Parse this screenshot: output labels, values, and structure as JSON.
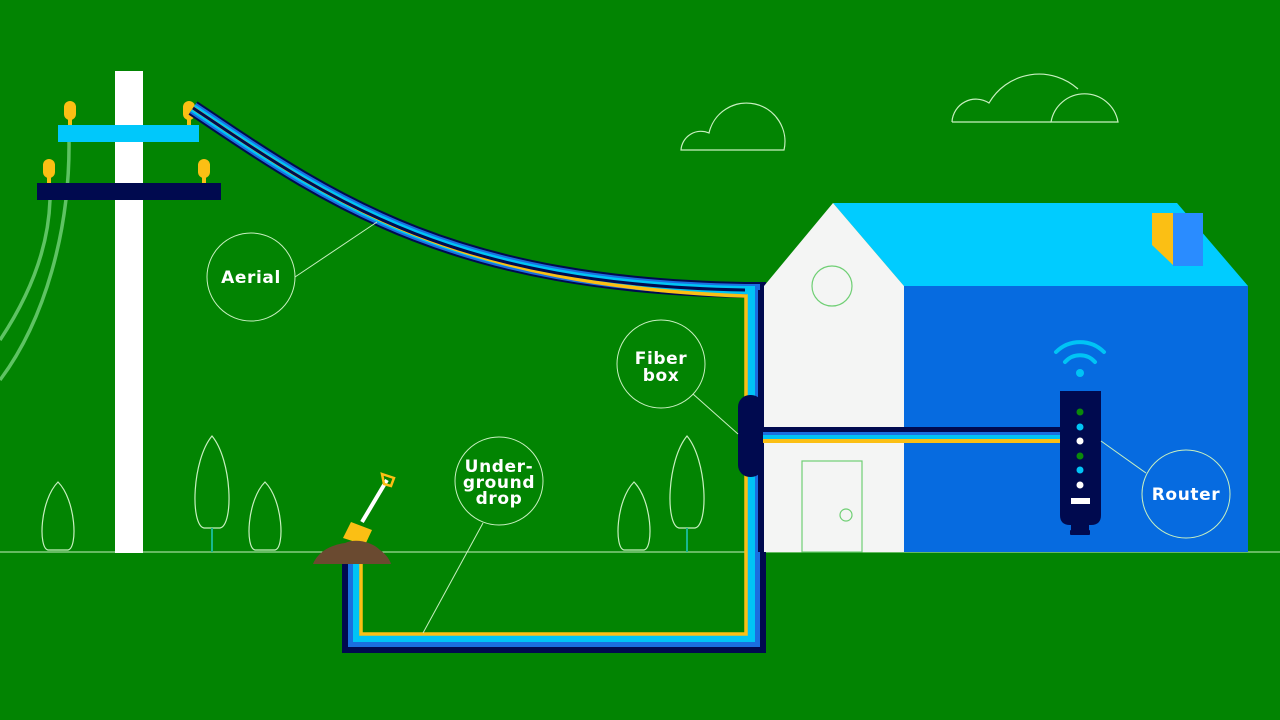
{
  "diagram": {
    "type": "fiber-installation-illustration",
    "background_color": "#028402",
    "labels": {
      "aerial": "Aerial",
      "fiber_box_line1": "Fiber",
      "fiber_box_line2": "box",
      "underground_line1": "Under-",
      "underground_line2": "ground",
      "underground_line3": "drop",
      "router": "Router"
    },
    "cable_colors": {
      "outer": "#000a4f",
      "blue": "#1a6fe0",
      "cyan": "#00c4f5",
      "inner": "#fbbf14"
    },
    "colors": {
      "pole": "#ffffff",
      "upper_crossarm": "#00c8fb",
      "lower_crossarm": "#000a4f",
      "insulator": "#fbbf14",
      "house_gable": "#f4f5f4",
      "house_roof": "#00ccff",
      "house_wall": "#066be0",
      "chimney_left": "#fbbf14",
      "chimney_right": "#2a8cff",
      "router_body": "#000a4f",
      "wifi": "#00c4f5",
      "dirt": "#6a4a30",
      "shovel": "#fbbf14",
      "outline": "#c8f0c0",
      "power_line": "#6fcf74"
    },
    "router_leds": [
      "#0a8a0a",
      "#00c4f5",
      "#ffffff",
      "#0a8a0a",
      "#00c4f5",
      "#ffffff"
    ]
  }
}
